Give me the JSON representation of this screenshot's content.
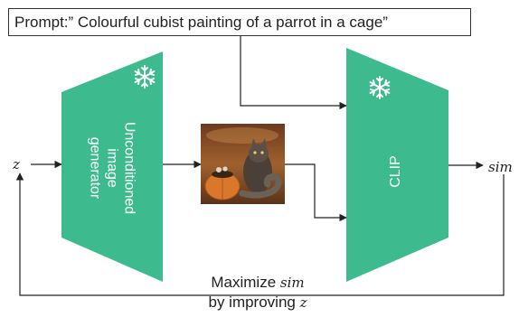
{
  "prompt": {
    "text": "Prompt:” Colourful cubist painting of a parrot in a cage”"
  },
  "generator": {
    "label_lines": [
      "Unconditioned",
      "image",
      "generator"
    ],
    "frozen_icon": "snowflake-icon"
  },
  "clip": {
    "label": "CLIP",
    "frozen_icon": "snowflake-icon"
  },
  "image": {
    "icon": "cat-pumpkin-image"
  },
  "labels": {
    "z": "z",
    "sim": "sim"
  },
  "feedback": {
    "line1_text": "Maximize",
    "line1_var": "sim",
    "line2_text": "by improving",
    "line2_var": "z"
  },
  "colors": {
    "block_fill": "#3dba8e",
    "line": "#222222"
  }
}
